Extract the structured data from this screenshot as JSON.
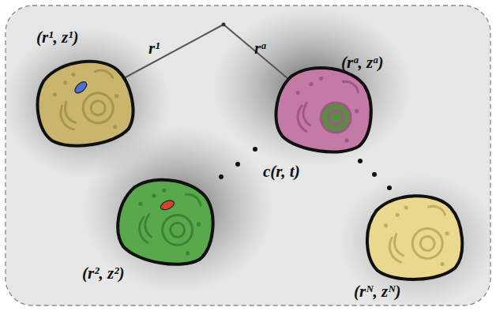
{
  "diagram": {
    "nodes": [
      {
        "text": [
          "(r¹, z¹)"
        ]
      },
      {
        "text": [
          "(rᵅ, zᵅ)"
        ]
      },
      {
        "text": [
          "(r², z²)"
        ]
      },
      {
        "text": [
          "(rᴺ, zᴺ)"
        ]
      }
    ],
    "labels": [
      "r¹",
      "rᵅ",
      "c(r, t)"
    ]
  }
}
